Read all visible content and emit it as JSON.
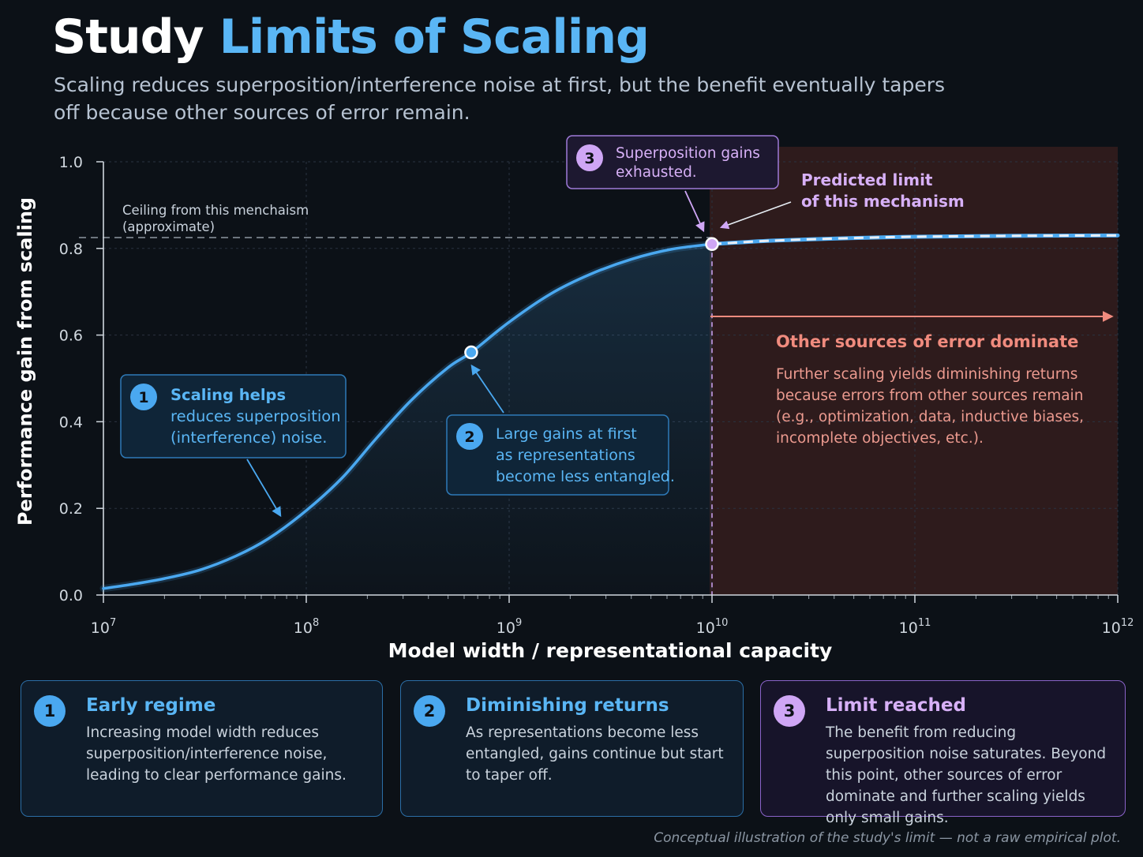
{
  "header": {
    "title_part1": "Study",
    "title_part2": "Limits of Scaling",
    "subtitle": "Scaling reduces superposition/interference noise at first, but the benefit eventually tapers off because other sources of error remain."
  },
  "colors": {
    "background": "#0c1117",
    "curve": "#4aa8f0",
    "accent_blue": "#5ab6f5",
    "accent_purple": "#d7b0f7",
    "accent_red": "#f08b7e",
    "limit_region": "#3a1f1f"
  },
  "chart_data": {
    "type": "line",
    "xlabel": "Model width / representational capacity",
    "ylabel": "Performance gain from scaling",
    "x_scale": "log",
    "xlim": [
      10000000,
      1000000000000
    ],
    "ylim": [
      0,
      1.0
    ],
    "x_ticks": [
      {
        "value": 10000000,
        "base": "10",
        "exp": "7"
      },
      {
        "value": 100000000,
        "base": "10",
        "exp": "8"
      },
      {
        "value": 1000000000,
        "base": "10",
        "exp": "9"
      },
      {
        "value": 10000000000,
        "base": "10",
        "exp": "10"
      },
      {
        "value": 100000000000,
        "base": "10",
        "exp": "11"
      },
      {
        "value": 1000000000000,
        "base": "10",
        "exp": "12"
      }
    ],
    "y_ticks": [
      "0.0",
      "0.2",
      "0.4",
      "0.6",
      "0.8",
      "1.0"
    ],
    "y_tick_values": [
      0,
      0.2,
      0.4,
      0.6,
      0.8,
      1.0
    ],
    "grid": true,
    "series": [
      {
        "style": "solid",
        "points": [
          [
            10000000,
            0.015
          ],
          [
            14000000,
            0.025
          ],
          [
            20000000,
            0.038
          ],
          [
            30000000,
            0.058
          ],
          [
            45000000,
            0.09
          ],
          [
            65000000,
            0.13
          ],
          [
            100000000,
            0.195
          ],
          [
            150000000,
            0.27
          ],
          [
            220000000,
            0.36
          ],
          [
            330000000,
            0.45
          ],
          [
            500000000,
            0.525
          ],
          [
            650000000,
            0.56
          ],
          [
            1000000000,
            0.63
          ],
          [
            1600000000,
            0.695
          ],
          [
            2500000000,
            0.74
          ],
          [
            4000000000,
            0.775
          ],
          [
            6300000000,
            0.798
          ],
          [
            10000000000,
            0.81
          ]
        ]
      },
      {
        "style": "dashed",
        "points": [
          [
            10000000000,
            0.81
          ],
          [
            20000000000,
            0.818
          ],
          [
            50000000000,
            0.824
          ],
          [
            100000000000,
            0.827
          ],
          [
            300000000000,
            0.829
          ],
          [
            1000000000000,
            0.83
          ]
        ]
      }
    ],
    "ceiling": {
      "y": 0.825,
      "label_line1": "Ceiling from this menchaism",
      "label_line2": "(approximate)"
    },
    "limit_x": 10000000000,
    "markers": [
      {
        "x": 650000000,
        "y": 0.56,
        "color": "#4aa8f0"
      },
      {
        "x": 10000000000,
        "y": 0.81,
        "color": "#cfa6f5"
      }
    ],
    "annotations": {
      "a1": {
        "num": "1",
        "line1": "Scaling helps",
        "line2": "reduces superposition",
        "line3": "(interference) noise."
      },
      "a2": {
        "num": "2",
        "line1": "Large gains at first",
        "line2": "as representations",
        "line3": "become less entangled."
      },
      "a3": {
        "num": "3",
        "line1": "Superposition gains",
        "line2": "exhausted."
      },
      "predicted": {
        "line1": "Predicted limit",
        "line2": "of this mechanism"
      },
      "other": {
        "title": "Other sources of error dominate",
        "line1": "Further scaling yields diminishing returns",
        "line2": "because errors from other sources remain",
        "line3": "(e.g., optimization, data, inductive biases,",
        "line4": "incomplete objectives, etc.)."
      }
    }
  },
  "cards": [
    {
      "num": "1",
      "title": "Early regime",
      "body": "Increasing model width reduces superposition/interference noise, leading to clear performance gains."
    },
    {
      "num": "2",
      "title": "Diminishing returns",
      "body": "As representations become less entangled, gains continue but start to taper off."
    },
    {
      "num": "3",
      "title": "Limit reached",
      "body": "The benefit from reducing superposition noise saturates. Beyond this point, other sources of error dominate and further scaling yields only small gains."
    }
  ],
  "footnote": "Conceptual illustration of the study's limit — not a raw empirical plot."
}
